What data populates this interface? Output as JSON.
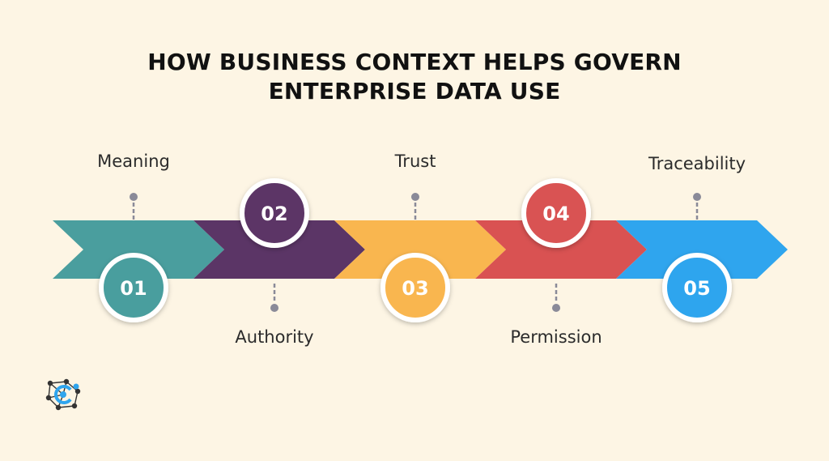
{
  "title": {
    "line1": "HOW BUSINESS CONTEXT HELPS GOVERN",
    "line2": "ENTERPRISE DATA USE"
  },
  "steps": [
    {
      "number": "01",
      "label": "Meaning",
      "color": "#4a9e9e",
      "label_side": "top"
    },
    {
      "number": "02",
      "label": "Authority",
      "color": "#5b3566",
      "label_side": "bottom"
    },
    {
      "number": "03",
      "label": "Trust",
      "color": "#f9b64f",
      "label_side": "top"
    },
    {
      "number": "04",
      "label": "Permission",
      "color": "#d95252",
      "label_side": "bottom"
    },
    {
      "number": "05",
      "label": "Traceability",
      "color": "#2fa5ee",
      "label_side": "top"
    }
  ],
  "colors": {
    "background": "#fdf5e4",
    "connector": "#8a8a98",
    "circle_border": "#ffffff"
  },
  "logo": {
    "icon": "network-logo-icon"
  }
}
